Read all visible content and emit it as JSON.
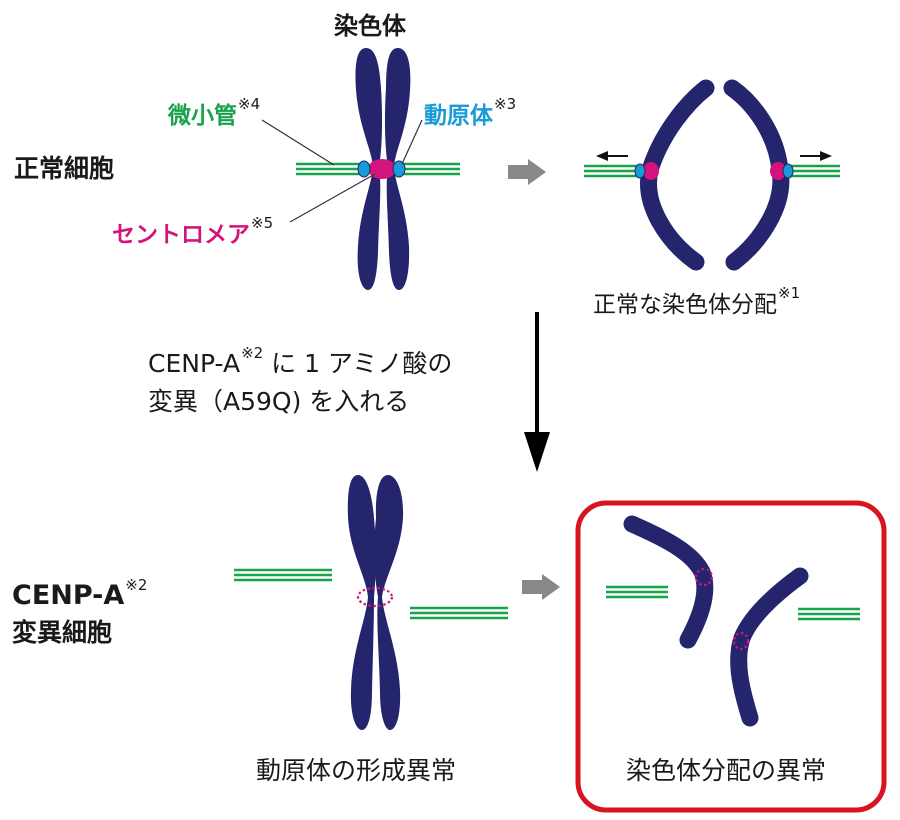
{
  "colors": {
    "chromosome": "#25256e",
    "microtubule": "#18a24a",
    "kinetochore": "#1a9ad6",
    "centromere": "#d4147c",
    "highlight_box": "#d8141e",
    "process_arrow": "#888888",
    "text": "#1a1a1a"
  },
  "labels": {
    "chromosome": "染色体",
    "microtubule": "微小管",
    "microtubule_note": "※4",
    "kinetochore": "動原体",
    "kinetochore_note": "※3",
    "centromere": "セントロメア",
    "centromere_note": "※5",
    "normal_cell": "正常細胞",
    "normal_segregation": "正常な染色体分配",
    "normal_segregation_note": "※1",
    "mutation_line1_a": "CENP-A",
    "mutation_line1_note": "※2",
    "mutation_line1_b": " に 1 アミノ酸の",
    "mutation_line2": "変異（A59Q) を入れる",
    "mutant_cell_line1": "CENP-A",
    "mutant_cell_note": "※2",
    "mutant_cell_line2": "変異細胞",
    "kinetochore_defect": "動原体の形成異常",
    "segregation_defect": "染色体分配の異常"
  }
}
